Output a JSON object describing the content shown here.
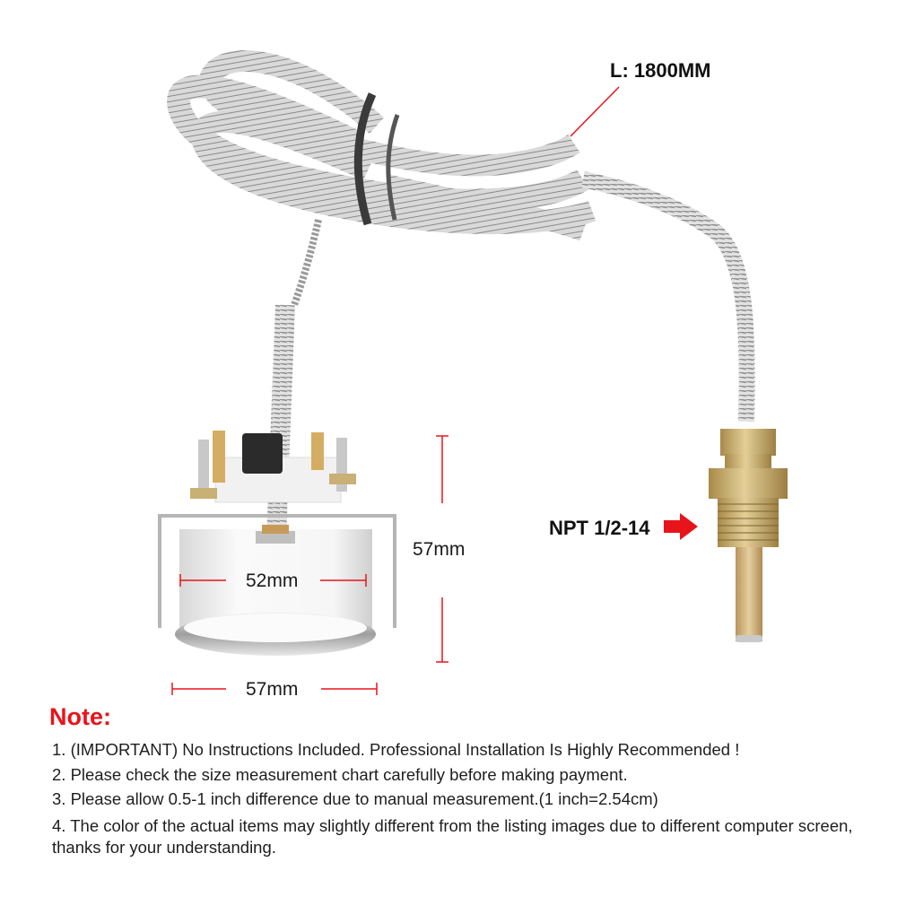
{
  "product": {
    "cable_length_label": "L: 1800MM",
    "thread_label": "NPT 1/2-14",
    "dimensions": {
      "height": "57mm",
      "face_diameter": "52mm",
      "bezel_diameter": "57mm"
    },
    "colors": {
      "annotation_red": "#e8141b",
      "text_dark": "#111111",
      "spring_silver": "#b8b8b8",
      "brass": "#c9a76a",
      "gauge_body": "#f4f4f4"
    }
  },
  "note": {
    "title": "Note:",
    "items": [
      "1. (IMPORTANT) No Instructions Included. Professional Installation Is Highly Recommended !",
      "2. Please check the size measurement chart carefully before making payment.",
      "3. Please allow 0.5-1 inch difference due to manual measurement.(1 inch=2.54cm)",
      "4. The color of the actual items may slightly different from the listing images due to different computer screen, thanks for your understanding."
    ]
  }
}
